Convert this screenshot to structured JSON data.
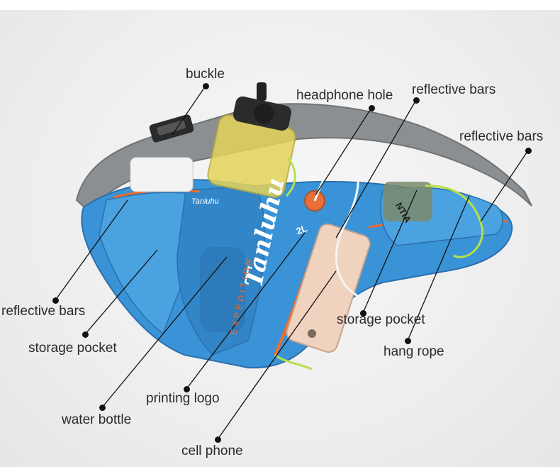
{
  "labels": {
    "buckle": "buckle",
    "headphone_hole": "headphone hole",
    "reflective_bars_top": "reflective bars",
    "reflective_bars_right": "reflective bars",
    "reflective_bars_left": "reflective bars",
    "storage_pocket_left": "storage pocket",
    "storage_pocket_right": "storage pocket",
    "hang_rope": "hang rope",
    "printing_logo": "printing logo",
    "water_bottle": "water bottle",
    "cell_phone": "cell phone"
  },
  "bag_print": {
    "brand": "Tanluhu",
    "subtitle": "EXPEDITION",
    "small_logo": "Tanluhu",
    "capacity": "2L",
    "side_print": "NTIA"
  },
  "colors": {
    "bag_blue": "#3a93d6",
    "bag_blue_dark": "#2a6fae",
    "trim_orange": "#f06a2a",
    "strap_gray": "#8b8f92",
    "bottle_yellow": "#e4d45a",
    "rope_green": "#b7e04a"
  }
}
